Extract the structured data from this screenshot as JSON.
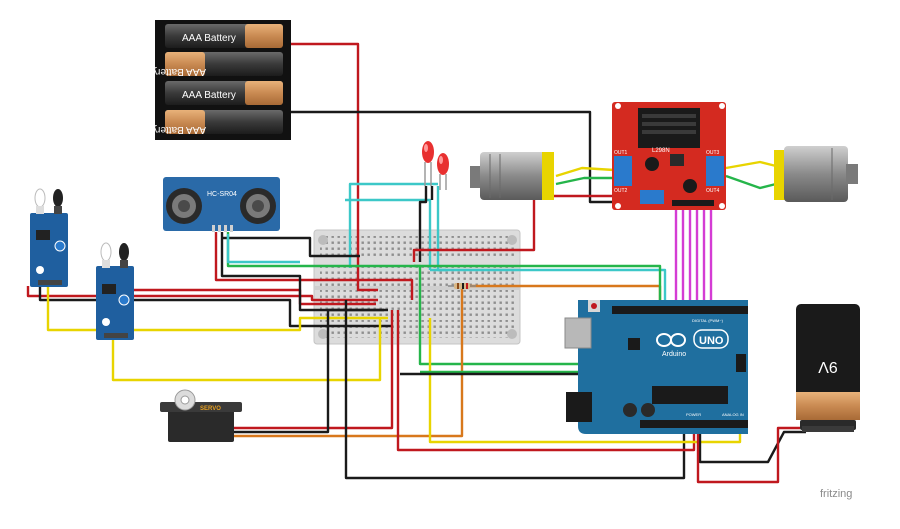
{
  "batteries": {
    "label": "AAA Battery"
  },
  "ultrasonic": {
    "label": "HC-SR04"
  },
  "motor_driver": {
    "label": "L298N",
    "out1": "OUT1",
    "out2": "OUT2",
    "out3": "OUT3",
    "out4": "OUT4"
  },
  "servo": {
    "label": "SERVO"
  },
  "arduino": {
    "logo": "Arduino",
    "model": "UNO",
    "digital": "DIGITAL (PWM~)",
    "analog": "ANALOG IN",
    "power": "POWER"
  },
  "battery_9v": {
    "label": "9V"
  },
  "watermark": "fritzing",
  "colors": {
    "wire_red": "#c0181e",
    "wire_black": "#1a1a1a",
    "wire_yellow": "#e8d400",
    "wire_green": "#25b54a",
    "wire_cyan": "#3cc8c8",
    "wire_magenta": "#d43cd4",
    "wire_orange": "#d8781c",
    "board_blue": "#1f6f9f",
    "driver_red": "#d42a20"
  }
}
